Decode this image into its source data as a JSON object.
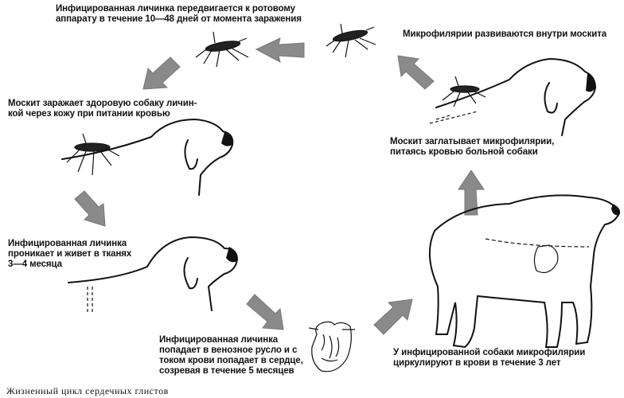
{
  "diagram": {
    "caption": "Жизненный цикл сердечных глистов",
    "steps": [
      {
        "lines": [
          "Инфицированная личинка передвигается к ротовому",
          "аппарату в течение 10—48 дней от момента заражения"
        ]
      },
      {
        "lines": [
          "Микрофилярии развиваются внутри москита"
        ]
      },
      {
        "lines": [
          "Москит заражает здоровую собаку личин-",
          "кой через кожу при питании кровью"
        ]
      },
      {
        "lines": [
          "Москит заглатывает микрофилярии,",
          "питаясь кровью больной собаки"
        ]
      },
      {
        "lines": [
          "Инфицированная личинка",
          "проникает и живет в тканях",
          "3—4 месяца"
        ]
      },
      {
        "lines": [
          "Инфицированная личинка",
          "попадает в венозное русло и с",
          "током крови попадает в сердце,",
          "созревая в течение 5 месяцев"
        ]
      },
      {
        "lines": [
          "У инфицированной собаки микрофилярии",
          "циркулируют в крови в течение 3 лет"
        ]
      }
    ]
  }
}
